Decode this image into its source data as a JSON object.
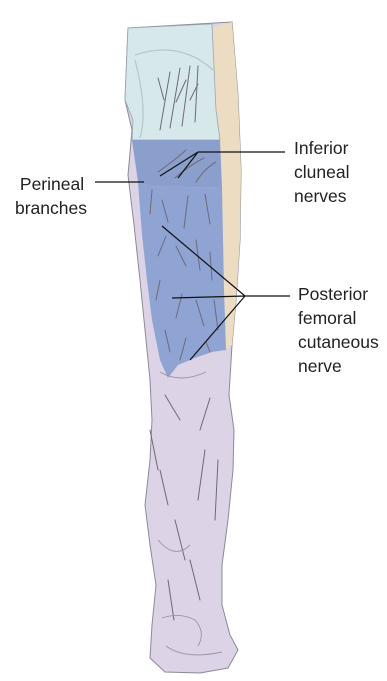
{
  "labels": {
    "inferior_cluneal": [
      "Inferior",
      "cluneal",
      "nerves"
    ],
    "perineal": [
      "Perineal",
      "branches"
    ],
    "posterior_femoral": [
      "Posterior",
      "femoral",
      "cutaneous",
      "nerve"
    ]
  },
  "regions": [
    {
      "name": "Inferior cluneal nerves",
      "color": "#8b9fcc"
    },
    {
      "name": "Perineal branches",
      "color": "#8b9fcc"
    },
    {
      "name": "Posterior femoral cutaneous nerve",
      "color": "#8fa4d3"
    }
  ],
  "colors": {
    "gluteal_area": "#d6e8ea",
    "lateral_strip": "#ecdcc2",
    "lower_leg": "#ddd3e6",
    "outline": "#8a8a98",
    "nerve_line": "#6e6a78",
    "leader_line": "#111111"
  }
}
